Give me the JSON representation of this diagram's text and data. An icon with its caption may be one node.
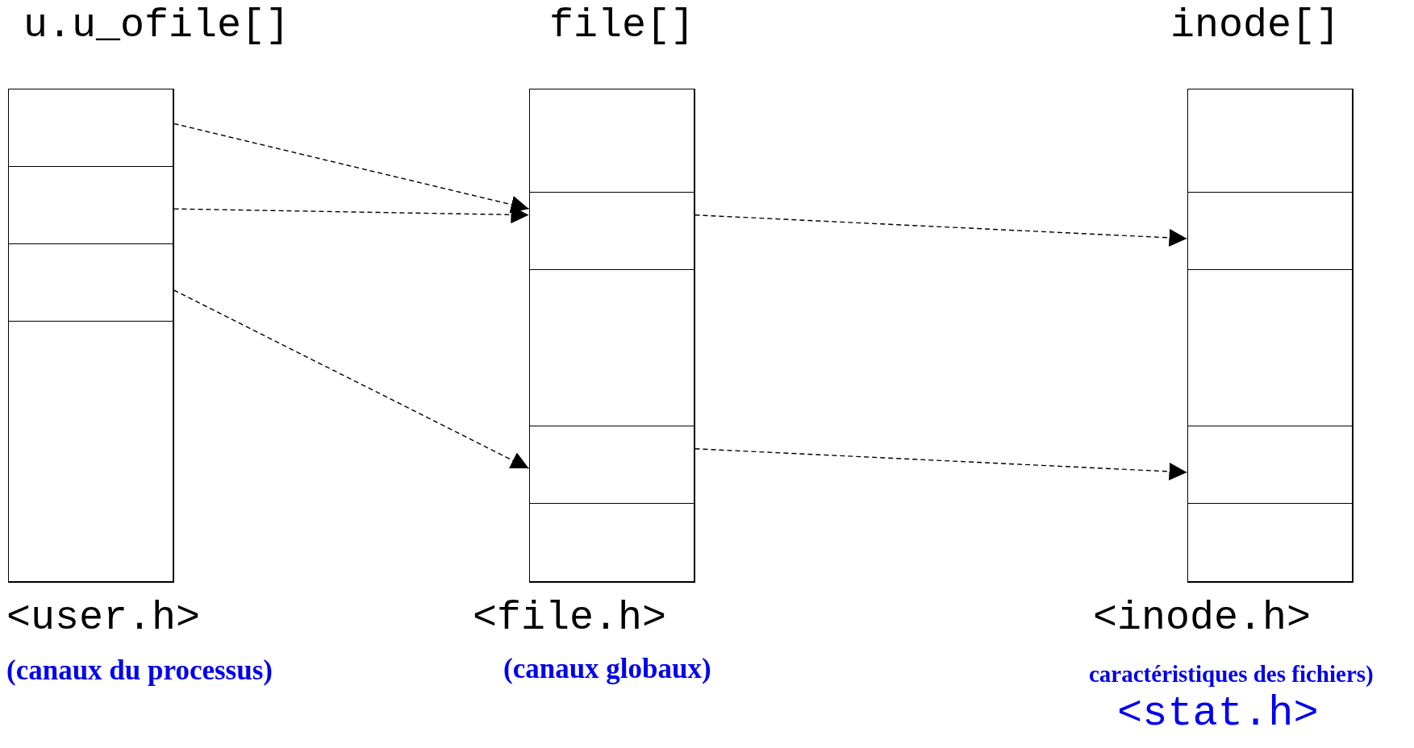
{
  "diagram": {
    "nodes": [
      {
        "text": [
          "u.u_ofile[]"
        ],
        "beside": [
          "<user.h>",
          "(canaux du processus)"
        ]
      },
      {
        "text": [],
        "shape": "box",
        "in": 0
      },
      {
        "text": [],
        "shape": "box",
        "in": 0
      },
      {
        "text": [],
        "shape": "box",
        "in": 0
      },
      {
        "text": [],
        "shape": "box",
        "in": 0
      },
      {
        "text": [
          "file[]"
        ],
        "beside": [
          "<file.h>",
          "(canaux globaux)"
        ]
      },
      {
        "text": [],
        "shape": "box",
        "in": 5
      },
      {
        "text": [],
        "shape": "box",
        "in": 5
      },
      {
        "text": [],
        "shape": "box",
        "in": 5
      },
      {
        "text": [],
        "shape": "box",
        "in": 5
      },
      {
        "text": [],
        "shape": "box",
        "in": 5
      },
      {
        "text": [
          "inode[]"
        ],
        "beside": [
          "<inode.h>",
          "caractéristiques des fichiers)",
          "<stat.h>"
        ]
      },
      {
        "text": [],
        "shape": "box",
        "in": 11
      },
      {
        "text": [],
        "shape": "box",
        "in": 11
      },
      {
        "text": [],
        "shape": "box",
        "in": 11
      },
      {
        "text": [],
        "shape": "box",
        "in": 11
      },
      {
        "text": [],
        "shape": "box",
        "in": 11
      }
    ],
    "edges": [
      {
        "from": 1,
        "to": 7,
        "arrow": "to",
        "style": "dashed"
      },
      {
        "from": 2,
        "to": 7,
        "arrow": "to",
        "style": "dashed"
      },
      {
        "from": 3,
        "to": 9,
        "arrow": "to",
        "style": "dashed"
      },
      {
        "from": 7,
        "to": 13,
        "arrow": "to",
        "style": "dashed"
      },
      {
        "from": 9,
        "to": 15,
        "arrow": "to",
        "style": "dashed"
      }
    ]
  }
}
